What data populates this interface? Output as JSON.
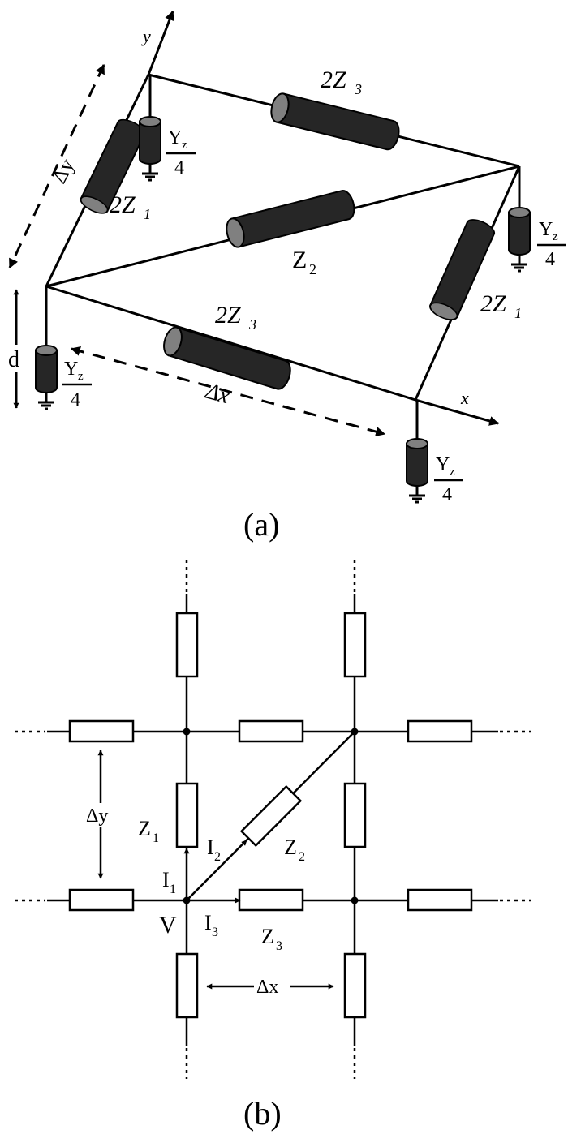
{
  "panel_a": {
    "caption": "(a)",
    "axis_x": "x",
    "axis_y": "y",
    "dim_dy": "Δy",
    "dim_dx": "Δx",
    "dim_d": "d",
    "z3_label": {
      "coef": "2Z",
      "sub": "3"
    },
    "z1_label": {
      "coef": "2Z",
      "sub": "1"
    },
    "z2_label": {
      "main": "Z",
      "sub": "2"
    },
    "shunt_label": {
      "num": "Y",
      "num_sub": "z",
      "den": "4"
    }
  },
  "panel_b": {
    "caption": "(b)",
    "z1": {
      "main": "Z",
      "sub": "1"
    },
    "z2": {
      "main": "Z",
      "sub": "2"
    },
    "z3": {
      "main": "Z",
      "sub": "3"
    },
    "i1": {
      "main": "I",
      "sub": "1"
    },
    "i2": {
      "main": "I",
      "sub": "2"
    },
    "i3": {
      "main": "I",
      "sub": "3"
    },
    "node_v": "V",
    "dim_dy": "Δy",
    "dim_dx": "Δx"
  }
}
